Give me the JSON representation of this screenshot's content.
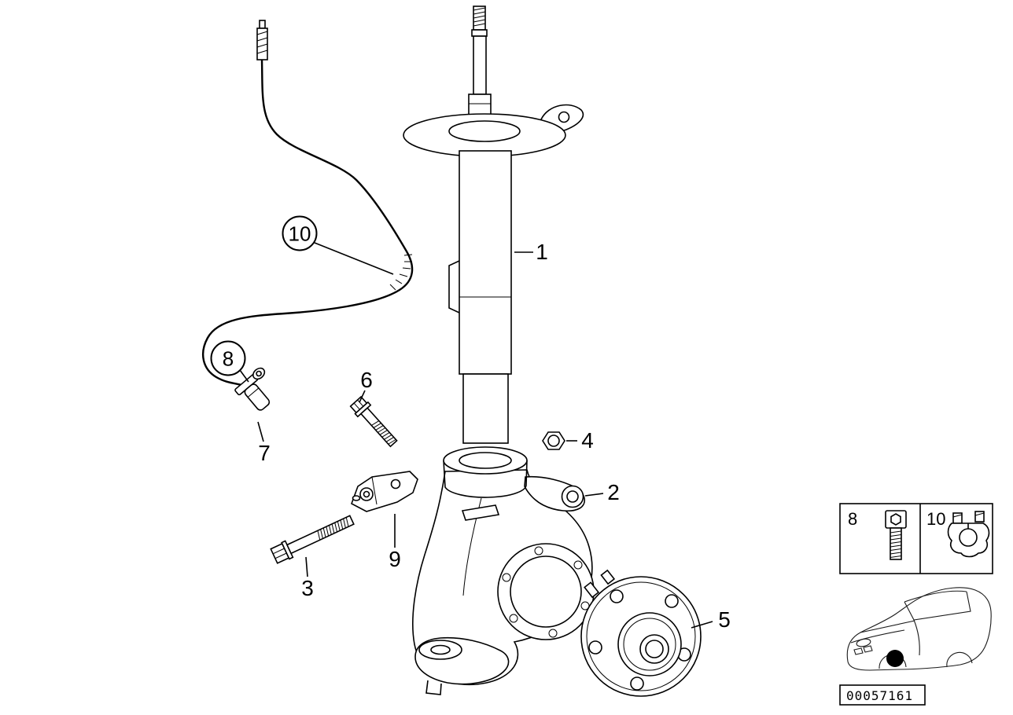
{
  "colors": {
    "background": "#ffffff",
    "line": "#000000",
    "marker": "#000000"
  },
  "callouts": {
    "c1": {
      "label": "1",
      "circled": false,
      "points_to": "front-strut"
    },
    "c2": {
      "label": "2",
      "circled": false,
      "points_to": "steering-knuckle"
    },
    "c3": {
      "label": "3",
      "circled": false,
      "points_to": "long-hex-bolt"
    },
    "c4": {
      "label": "4",
      "circled": false,
      "points_to": "hex-nut"
    },
    "c5": {
      "label": "5",
      "circled": false,
      "points_to": "wheel-hub"
    },
    "c6": {
      "label": "6",
      "circled": false,
      "points_to": "short-hex-bolt"
    },
    "c7": {
      "label": "7",
      "circled": false,
      "points_to": "abs-sensor"
    },
    "c8": {
      "label": "8",
      "circled": true,
      "points_to": "abs-sensor"
    },
    "c9": {
      "label": "9",
      "circled": false,
      "points_to": "sensor-bracket"
    },
    "c10": {
      "label": "10",
      "circled": true,
      "points_to": "abs-sensor-cable"
    }
  },
  "legend": {
    "items": [
      {
        "label": "8",
        "icon": "socket-head-bolt-icon"
      },
      {
        "label": "10",
        "icon": "cable-clip-icon"
      }
    ]
  },
  "footer": {
    "part_number": "00057161"
  }
}
